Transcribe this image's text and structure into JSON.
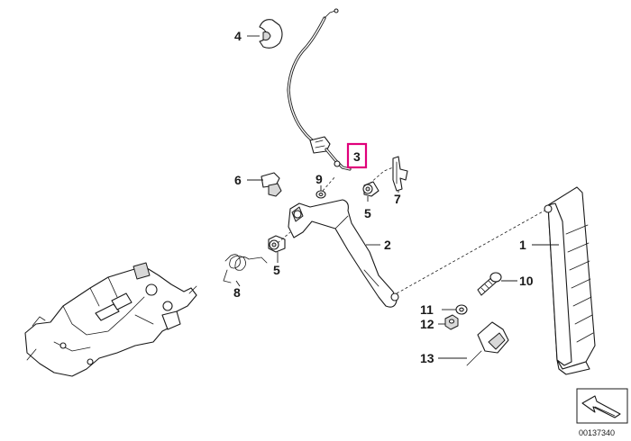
{
  "diagram": {
    "callouts": [
      {
        "id": "1",
        "label": "1"
      },
      {
        "id": "2",
        "label": "2"
      },
      {
        "id": "3",
        "label": "3",
        "highlighted": true
      },
      {
        "id": "4",
        "label": "4"
      },
      {
        "id": "5a",
        "label": "5"
      },
      {
        "id": "5b",
        "label": "5"
      },
      {
        "id": "6",
        "label": "6"
      },
      {
        "id": "7",
        "label": "7"
      },
      {
        "id": "8",
        "label": "8"
      },
      {
        "id": "9",
        "label": "9"
      },
      {
        "id": "10",
        "label": "10"
      },
      {
        "id": "11",
        "label": "11"
      },
      {
        "id": "12",
        "label": "12"
      },
      {
        "id": "13",
        "label": "13"
      }
    ],
    "highlight_color": "#e0007a",
    "reference_number": "00137340",
    "icons": [
      "orientation-arrow-icon"
    ]
  }
}
